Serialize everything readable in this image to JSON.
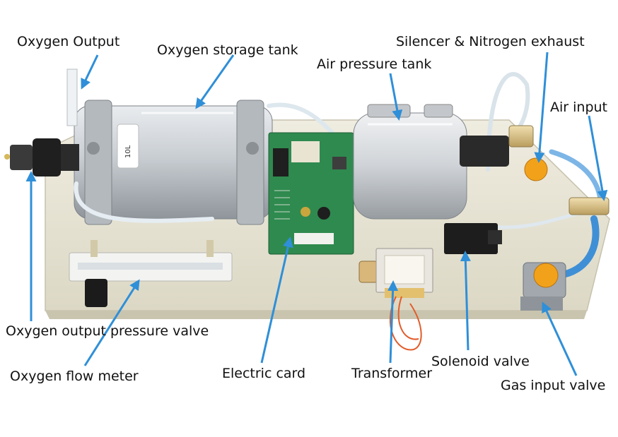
{
  "figure": {
    "tank_tag": "10L",
    "labels": {
      "oxygen_output": "Oxygen Output",
      "oxygen_storage_tank": "Oxygen storage tank",
      "silencer_nitrogen_exhaust": "Silencer & Nitrogen exhaust",
      "air_pressure_tank": "Air pressure tank",
      "air_input": "Air input",
      "oxygen_output_pressure_valve": "Oxygen output pressure valve",
      "oxygen_flow_meter": "Oxygen flow meter",
      "electric_card": "Electric card",
      "transformer": "Transformer",
      "solenoid_valve": "Solenoid valve",
      "gas_input_valve": "Gas input valve"
    },
    "colors": {
      "arrow": "#2f8fd8",
      "base_plate": "#e8e4d2",
      "pcb": "#2f8a4f",
      "valve_knob": "#f2a21a",
      "tube": "#7db6e6"
    }
  }
}
